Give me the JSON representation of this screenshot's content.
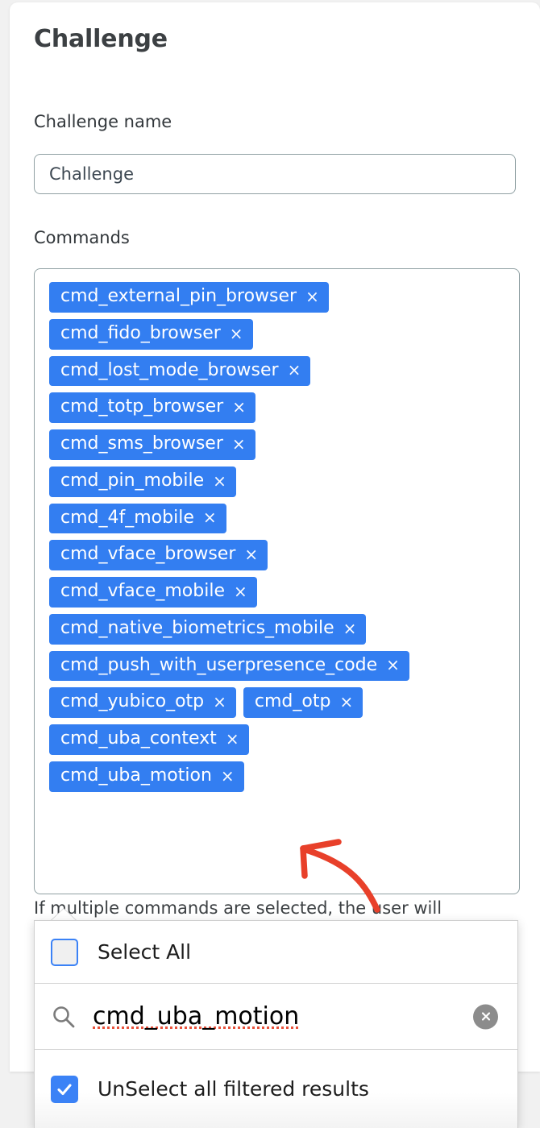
{
  "page": {
    "title": "Challenge",
    "accent_blue": "#337ef1",
    "checkbox_blue": "#3b82f6",
    "annotation_red": "#e8402a",
    "card_background": "#ffffff",
    "page_background": "#f1f1f1"
  },
  "form": {
    "challenge_name": {
      "label": "Challenge name",
      "value": "Challenge",
      "placeholder": "Challenge"
    },
    "commands": {
      "label": "Commands",
      "chip_remove_glyph": "×",
      "rows": [
        [
          "cmd_external_pin_browser"
        ],
        [
          "cmd_fido_browser"
        ],
        [
          "cmd_lost_mode_browser"
        ],
        [
          "cmd_totp_browser"
        ],
        [
          "cmd_sms_browser"
        ],
        [
          "cmd_pin_mobile"
        ],
        [
          "cmd_4f_mobile"
        ],
        [
          "cmd_vface_browser"
        ],
        [
          "cmd_vface_mobile"
        ],
        [
          "cmd_native_biometrics_mobile"
        ],
        [
          "cmd_push_with_userpresence_code"
        ],
        [
          "cmd_yubico_otp",
          "cmd_otp"
        ],
        [
          "cmd_uba_context"
        ],
        [
          "cmd_uba_motion"
        ]
      ]
    },
    "helper_text": "If multiple commands are selected, the user will"
  },
  "dropdown": {
    "select_all": {
      "label": "Select All",
      "checked": false
    },
    "search": {
      "value": "cmd_uba_motion",
      "placeholder": "cmd_uba_motion",
      "icon": "search-icon",
      "clear_glyph": "×"
    },
    "unselect_filtered": {
      "label": "UnSelect all filtered results",
      "checked": true
    }
  },
  "annotation": {
    "type": "hand-drawn-arrow",
    "color": "#e8402a"
  }
}
